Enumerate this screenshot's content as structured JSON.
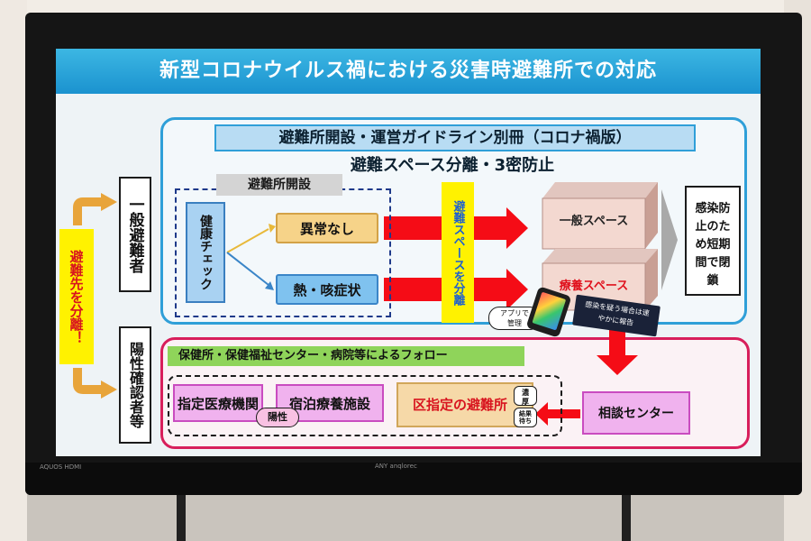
{
  "colors": {
    "title_bar": "#1b92cf",
    "top_panel_border": "#2f9fd8",
    "bottom_panel_border": "#d81e5b",
    "arrow_red": "#f50c16",
    "highlight_yellow": "#fff200",
    "green_bar": "#8fd45a",
    "pink_box": "#f0b2ee"
  },
  "tv": {
    "brand": "AQUOS HDMI",
    "model": "ANY anqlorec"
  },
  "slide": {
    "title": "新型コロナウイルス禍における災害時避難所での対応",
    "guideline_title": "避難所開設・運営ガイドライン別冊（コロナ禍版）",
    "subtitle": "避難スペース分離・3密防止",
    "evacuate_separate": "避難先を分離！",
    "general_evacuee": "一般避難者",
    "positive_person": "陽性確認者等",
    "shelter_open": "避難所開設",
    "health_check": "健康チェック",
    "no_symptoms": "異常なし",
    "fever_cough": "熱・咳症状",
    "separate_space": "避難スペースを分離",
    "general_space": "一般スペース",
    "care_space": "療養スペース",
    "infection_closure": "感染防止のため短期間で閉鎖",
    "app_managed": "アプリで管理",
    "report_note": "感染を疑う場合は速やかに報告",
    "follow_up": "保健所・保健福祉センター・病院等によるフォロー",
    "designated_hospital": "指定医療機関",
    "lodging_facility": "宿泊療養施設",
    "positive_badge": "陽性",
    "ward_shelter": "区指定の避難所",
    "close_contact": "濃厚",
    "waiting_result": "結果待ち",
    "consultation_center": "相談センター"
  }
}
